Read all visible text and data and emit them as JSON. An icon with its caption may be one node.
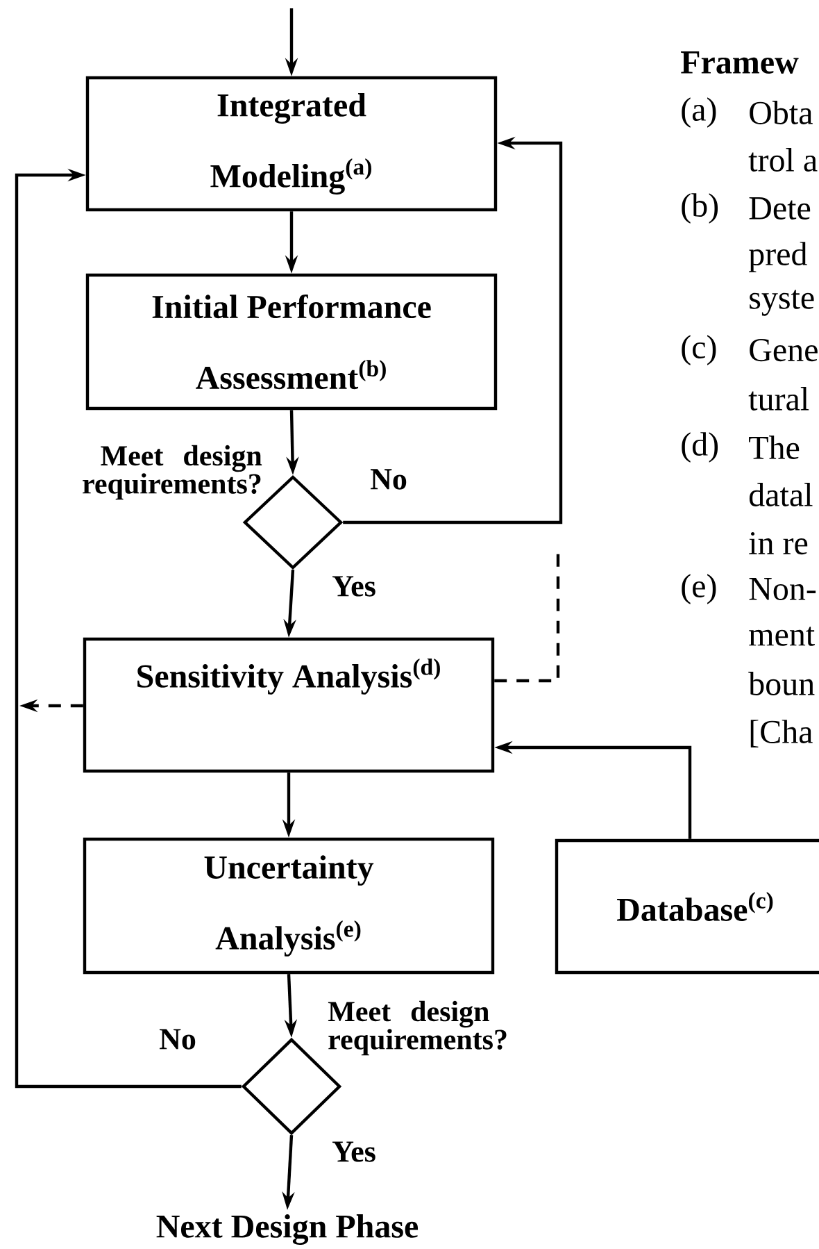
{
  "diagram": {
    "nodes": [
      {
        "text": [
          "Integrated Modeling$^{(a)}$"
        ]
      },
      {
        "text": [
          "Initial Performance Assessment$^{(b)}$"
        ]
      },
      {
        "text": [],
        "shape": "diamond",
        "beside": [
          "Meet design requirements?"
        ]
      },
      {
        "text": [
          "Sensitivity Analysis$^{(d)}$"
        ]
      },
      {
        "text": [
          "Uncertainty Analysis$^{(e)}$"
        ]
      },
      {
        "text": [
          "Database$^{(c)}$"
        ]
      },
      {
        "text": [],
        "shape": "diamond",
        "beside": [
          "Meet design requirements?"
        ]
      },
      {
        "text": [
          "Next Design Phase"
        ]
      }
    ],
    "edges": [
      {
        "from": null,
        "to": 0,
        "arrow": "to"
      },
      {
        "from": 0,
        "to": 1,
        "arrow": "to"
      },
      {
        "from": 1,
        "to": 2,
        "arrow": "to"
      },
      {
        "from": 2,
        "to": 0,
        "arrow": "to",
        "label": "No"
      },
      {
        "from": 2,
        "to": 3,
        "arrow": "to",
        "label": "Yes"
      },
      {
        "from": 3,
        "to": null,
        "arrow": "to",
        "style": "dashed"
      },
      {
        "from": 3,
        "to": null,
        "arrow": "none",
        "style": "dashed"
      },
      {
        "from": 3,
        "to": 4,
        "arrow": "to"
      },
      {
        "from": 5,
        "to": 3,
        "arrow": "to"
      },
      {
        "from": 4,
        "to": 6,
        "arrow": "to"
      },
      {
        "from": 6,
        "to": 0,
        "arrow": "to",
        "label": "No"
      },
      {
        "from": 6,
        "to": 7,
        "arrow": "to",
        "label": "Yes"
      }
    ],
    "labels": [
      "Framew",
      "(a)",
      "Obta",
      "trol a",
      "(b)",
      "Dete",
      "pred",
      "syste",
      "(c)",
      "Gene",
      "tural",
      "(d)",
      "The",
      "datal",
      "in re",
      "(e)",
      "Non-",
      "ment",
      "boun",
      "[Cha"
    ]
  }
}
